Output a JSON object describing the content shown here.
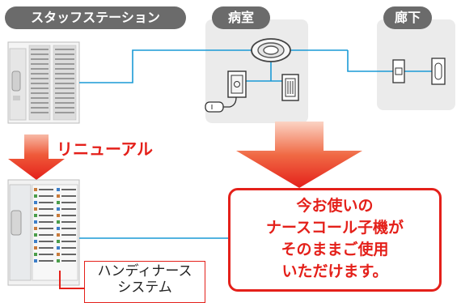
{
  "labels": {
    "staff_station": "スタッフステーション",
    "patient_room": "病室",
    "corridor": "廊下",
    "renewal": "リニューアル",
    "handy_nurse_line1": "ハンディナース",
    "handy_nurse_line2": "システム"
  },
  "callout": {
    "line1": "今お使いの",
    "line2": "ナースコール子機が",
    "line3": "そのままご使用",
    "line4": "いただけます。"
  },
  "colors": {
    "accent_red": "#e4201a",
    "wire_blue": "#1a9ad6",
    "label_gray": "#6b6b6b",
    "panel_gray": "#ebebeb"
  }
}
